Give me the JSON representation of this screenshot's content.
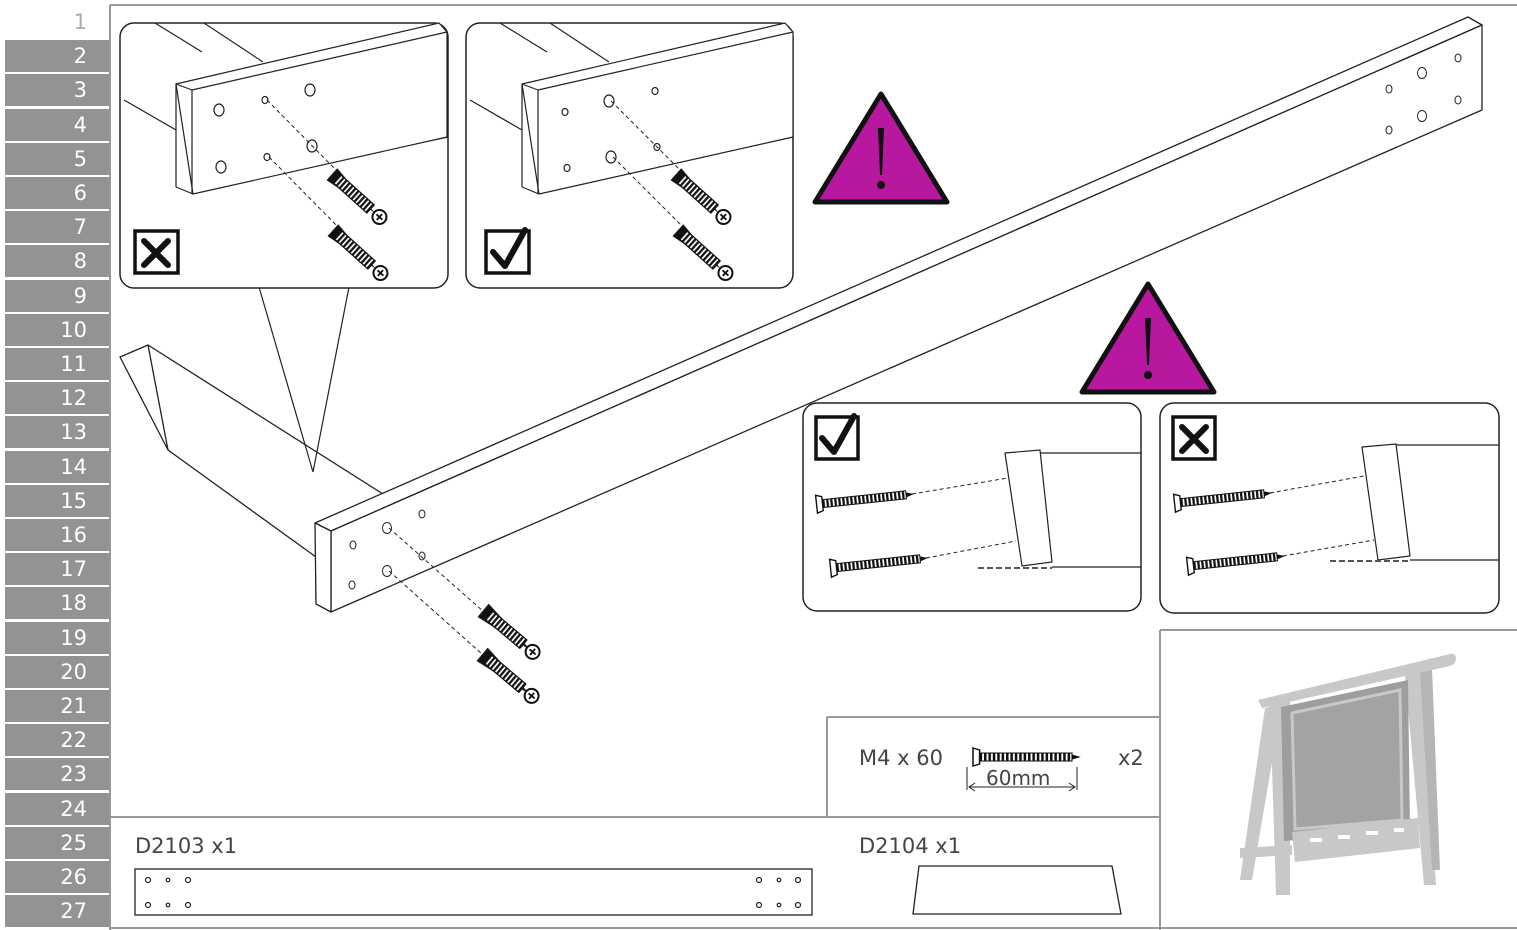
{
  "step_nav": {
    "active": "1",
    "steps": [
      "1",
      "2",
      "3",
      "4",
      "5",
      "6",
      "7",
      "8",
      "9",
      "10",
      "11",
      "12",
      "13",
      "14",
      "15",
      "16",
      "17",
      "18",
      "19",
      "20",
      "21",
      "22",
      "23",
      "24",
      "25",
      "26",
      "27"
    ]
  },
  "hardware": {
    "spec": "M4 x 60",
    "length_label": "60mm",
    "qty": "x2"
  },
  "parts": [
    {
      "label": "D2103 x1"
    },
    {
      "label": "D2104 x1"
    }
  ],
  "colors": {
    "warning": "#b7189f",
    "nav_bg": "#939393",
    "line": "#222222",
    "preview_wood": "#c8c8c8",
    "preview_board": "#9e9e9e"
  },
  "icons": {
    "good": "checkmark-box-icon",
    "bad": "cross-box-icon",
    "warning": "warning-triangle-icon"
  }
}
